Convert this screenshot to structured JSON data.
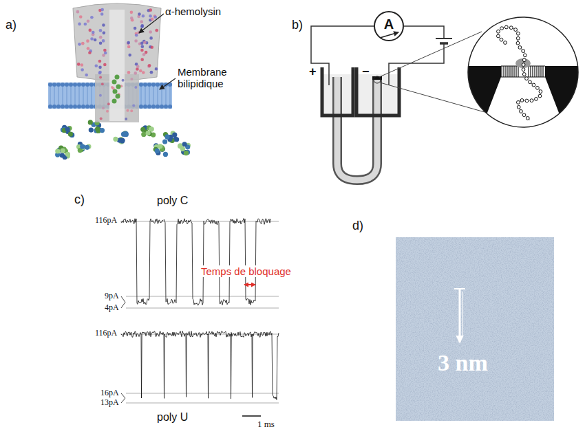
{
  "diagram": {
    "nodes": [
      {
        "text": [
          "A"
        ]
      }
    ],
    "labels": [
      "a)",
      "α-hemolysin",
      "Membrane bilipidique",
      "b)",
      "+",
      "−",
      "c)",
      "poly C",
      "116pA",
      "9pA",
      "4pA",
      "Temps de bloquage",
      "116pA",
      "16pA",
      "13pA",
      "poly U",
      "1 ms",
      "d)",
      "3 nm"
    ]
  }
}
